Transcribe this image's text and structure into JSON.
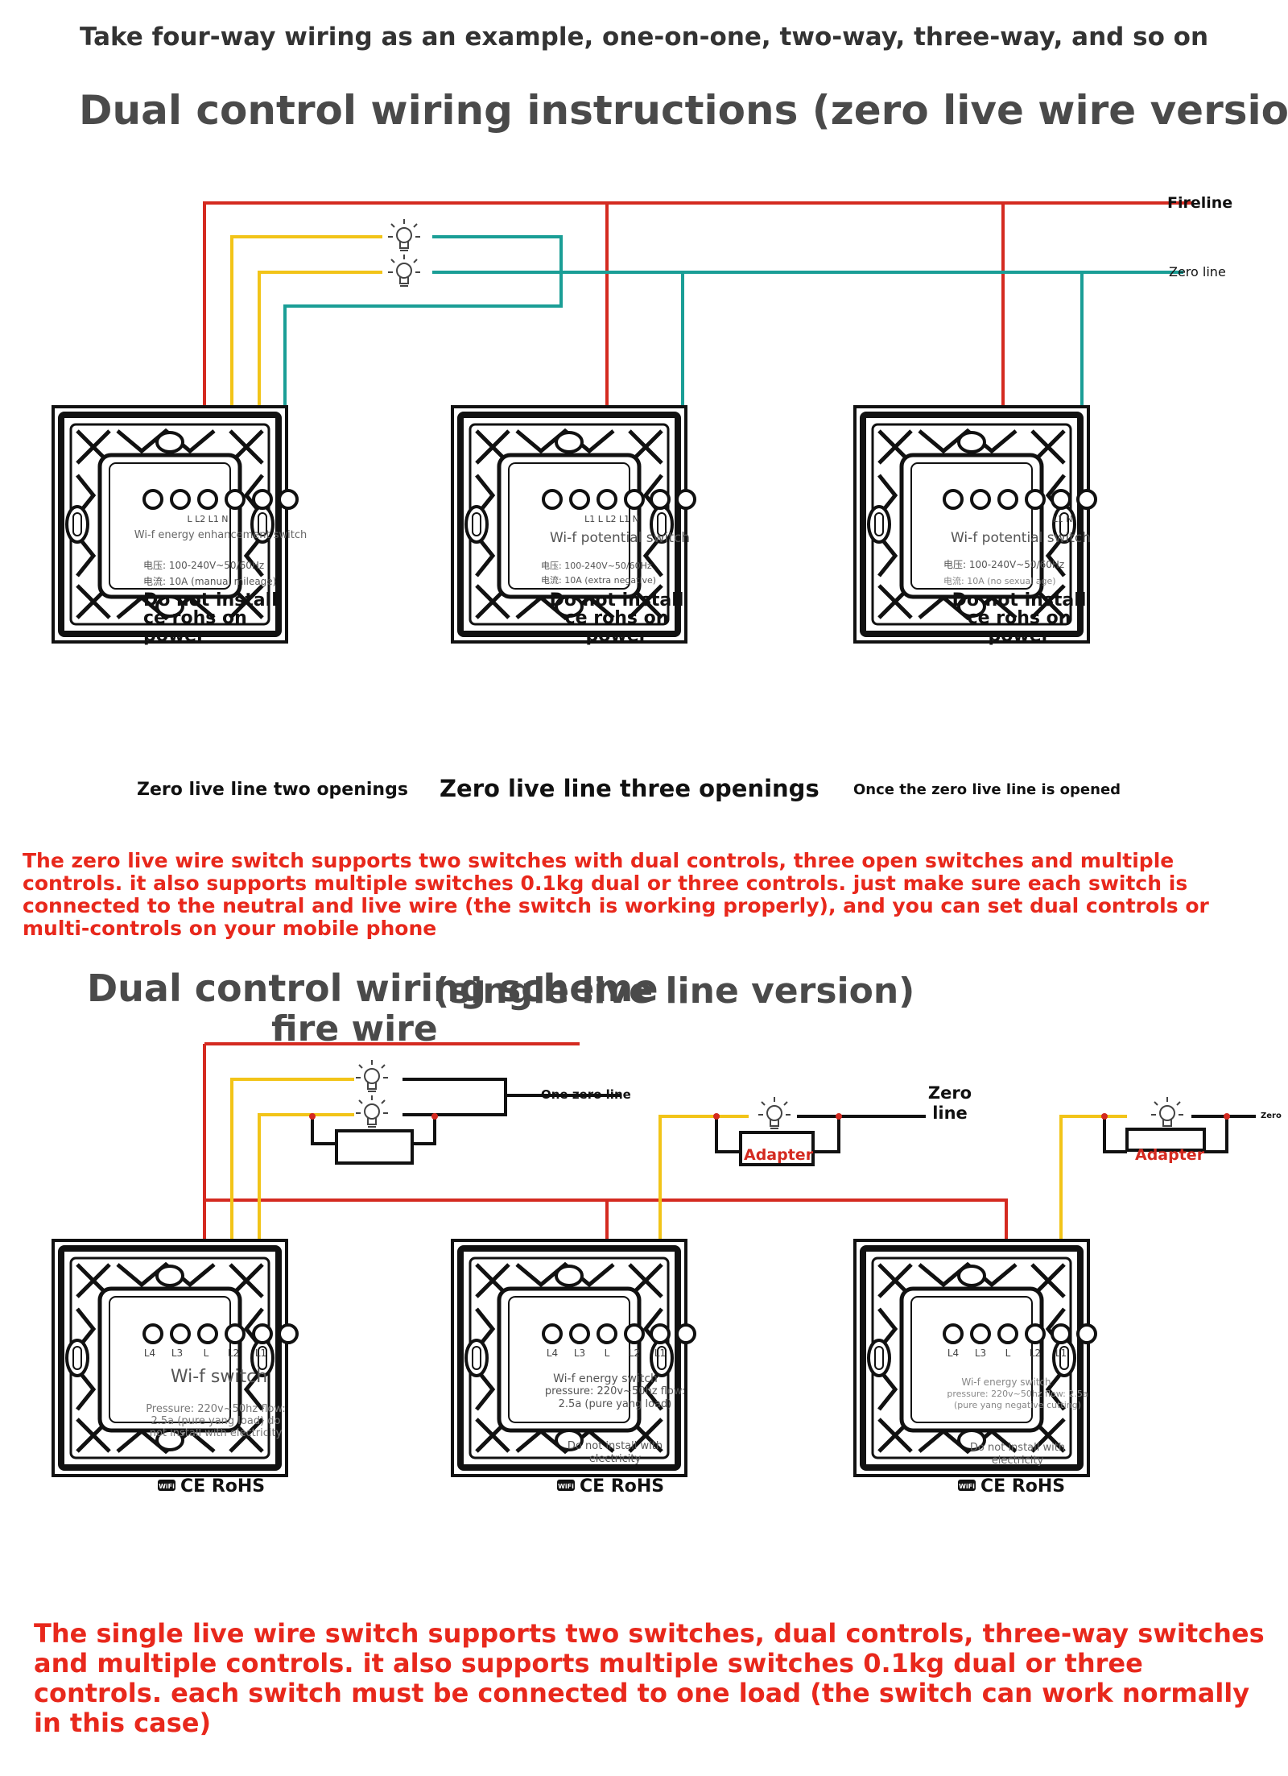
{
  "header": {
    "caption": "Take four-way wiring as an example, one-on-one, two-way, three-way, and so on",
    "title_zero_live": "Dual control wiring instructions (zero live wire version)",
    "title_single_live": "Dual control wiring scheme",
    "title_single_live_overlap": "(single live line version)",
    "fire_wire_label": "fire wire"
  },
  "diagram1": {
    "fireline_label": "Fireline",
    "zero_line_label": "Zero line",
    "wire_colors": {
      "live": "#d42a20",
      "switched": "#f2c418",
      "neutral": "#1a9e96"
    },
    "panels": [
      {
        "terminals": "L  L2 L1 N",
        "product": "Wi-f energy enhancement switch",
        "spec_voltage": "电压: 100-240V~50/60Hz",
        "spec_current": "电流: 10A (manual mileage)",
        "warning": "Do not install ce rohs on power",
        "caption": "Zero live line two openings"
      },
      {
        "terminals": "L1 L  L2 L1  N",
        "product": "Wi-f potential switch",
        "spec_voltage": "电压: 100-240V~50/60Hz",
        "spec_current": "电流: 10A (extra negative)",
        "warning": "Do not install ce rohs on power",
        "caption": "Zero live line three openings"
      },
      {
        "terminals": "L1  N",
        "product": "Wi-f potential switch",
        "spec_voltage": "电压: 100-240V~50/60Hz",
        "spec_current": "电流: 10A (no sexual age)",
        "warning": "Do not install ce rohs on power",
        "caption": "Once the zero live line is opened"
      }
    ],
    "note": "The zero live wire switch supports two switches with dual controls, three open switches and multiple controls. it also supports multiple switches 0.1kg dual or three controls. just make sure each switch is connected to the neutral and live wire (the switch is working properly), and you can set dual controls or multi-controls on your mobile phone"
  },
  "diagram2": {
    "one_zero_line_label": "One zero line",
    "zero_line_label": "Zero line",
    "zero_line_label_short": "Zero",
    "adapter_label": "Adapter",
    "panels": [
      {
        "terminals": [
          "L4",
          "L3",
          "L",
          "L2",
          "L1"
        ],
        "product": "Wi-f switch",
        "spec": "Pressure: 220v~50hz flow: 2.5a (pure yang load) do not install with electricity",
        "certs": "CE RoHS",
        "wifi": "WiFi"
      },
      {
        "terminals": [
          "L4",
          "L3",
          "L",
          "L2",
          "L1"
        ],
        "product": "Wi-f energy switch",
        "spec": "pressure: 220v~50hz flow: 2.5a (pure yang load)",
        "warning": "Do not install with electricity",
        "certs": "CE RoHS",
        "wifi": "WiFi"
      },
      {
        "terminals": [
          "L4",
          "L3",
          "L",
          "L2",
          "L1"
        ],
        "product": "Wi-f energy switch",
        "spec": "pressure: 220v~50hz flow: 2.5a (pure yang negative cutting)",
        "warning": "Do not install with electricity",
        "certs": "CE RoHS",
        "wifi": "WiFi"
      }
    ],
    "note": "The single live wire switch supports two switches, dual controls, three-way switches and multiple controls. it also supports multiple switches 0.1kg dual or three controls. each switch must be connected to one load (the switch can work normally in this case)"
  }
}
